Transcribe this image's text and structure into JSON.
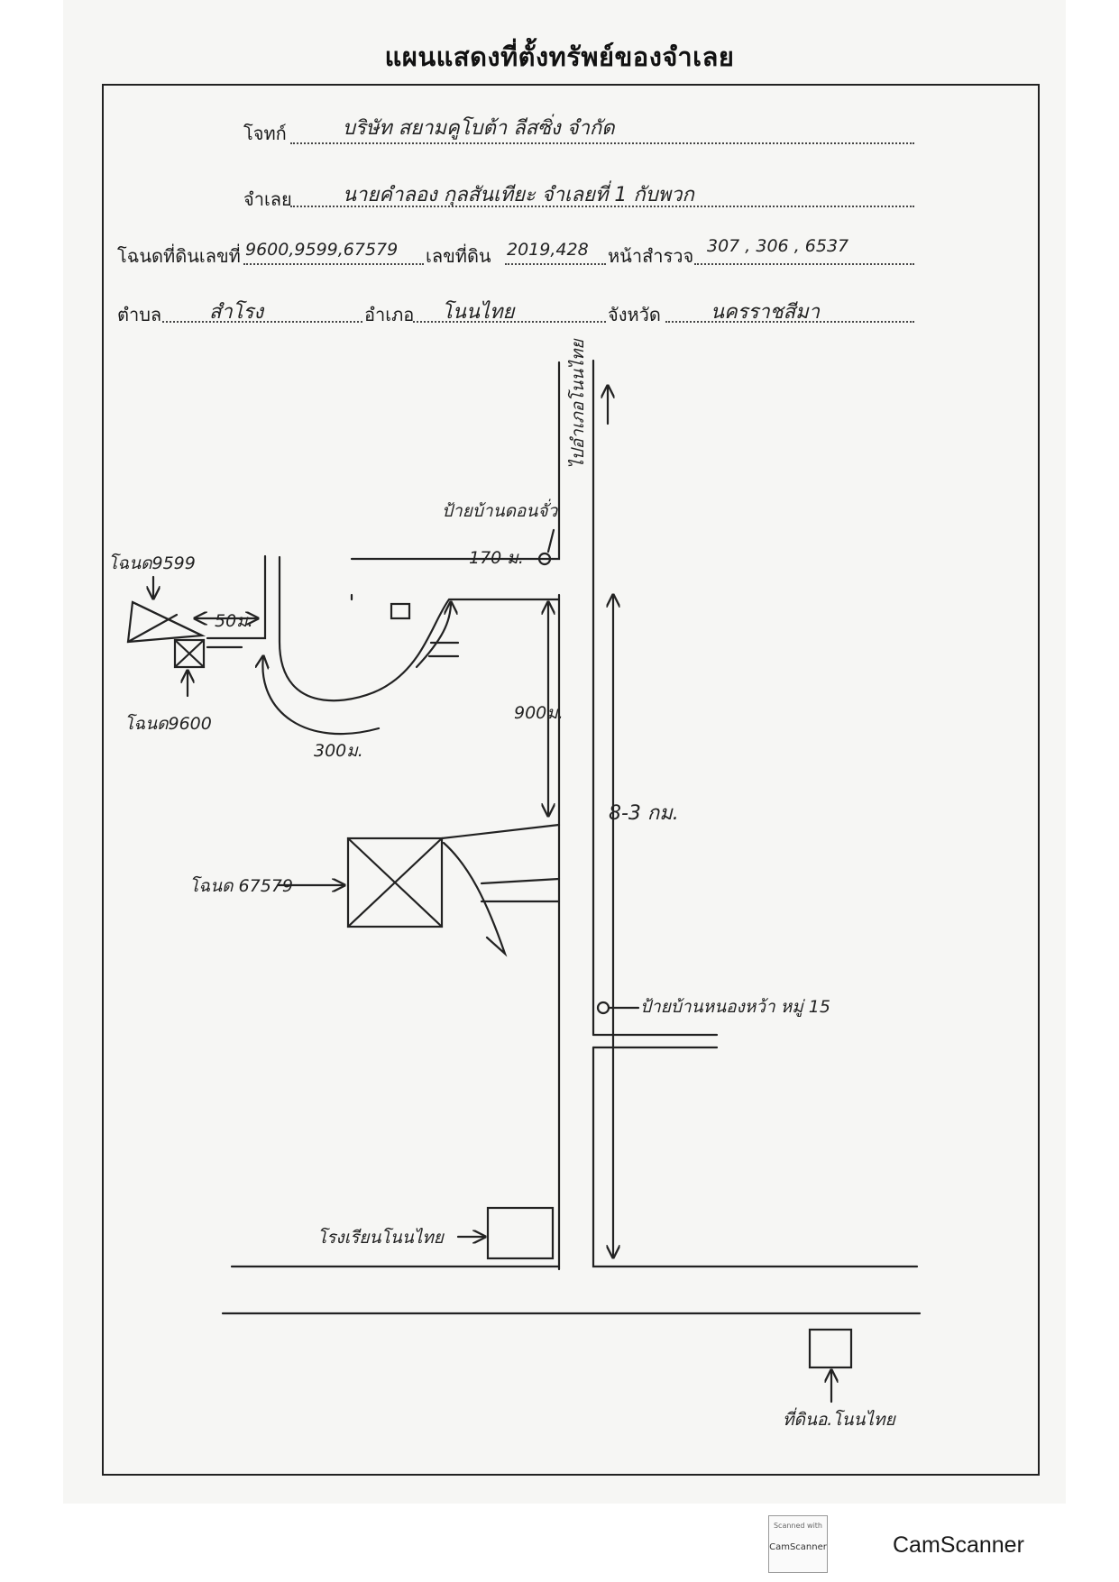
{
  "header": {
    "title": "แผนแสดงที่ตั้งทรัพย์ของจำเลย"
  },
  "form": {
    "plaintiff_label": "โจทก์",
    "plaintiff_value": "บริษัท สยามคูโบต้า ลีสซิ่ง จำกัด",
    "defendant_label": "จำเลย",
    "defendant_value": "นายคำลอง กุลสันเทียะ จำเลยที่ 1 กับพวก",
    "deed_label": "โฉนดที่ดินเลขที่",
    "deed_value": "9600,9599,67579",
    "land_no_label": "เลขที่ดิน",
    "land_no_value": "2019,428",
    "survey_label": "หน้าสำรวจ",
    "survey_value": "307 , 306 , 6537",
    "subdistrict_label": "ตำบล",
    "subdistrict_value": "สำโรง",
    "district_label": "อำเภอ",
    "district_value": "โนนไทย",
    "province_label": "จังหวัด",
    "province_value": "นครราชสีมา"
  },
  "map": {
    "road_label_vertical": "ไปอำเภอโนนไทย",
    "sign_top_label": "ป้ายบ้านดอนจั่ว",
    "sign_top_distance": "170 ม.",
    "deed_9599_label": "โฉนด9599",
    "deed_9600_label": "โฉนด9600",
    "dist_50": "50ม.",
    "dist_300": "300ม.",
    "dist_900": "900ม.",
    "dist_8_3": "8-3 กม.",
    "deed_67579_label": "โฉนด 67579",
    "sign_bottom_label": "ป้ายบ้านหนองหว้า หมู่ 15",
    "school_label": "โรงเรียนโนนไทย",
    "land_office_label": "ที่ดินอ.โนนไทย"
  },
  "footer": {
    "badge_top": "Scanned with",
    "badge_bottom": "CamScanner",
    "brand": "CamScanner"
  }
}
